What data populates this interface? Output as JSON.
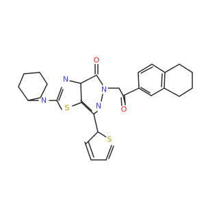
{
  "structure": {
    "atom_labels": {
      "thiazole_n": "N",
      "thiazole_s": "S",
      "piperidine_n": "N",
      "carbonyl_o_ring": "O",
      "ring_n_amide": "N",
      "ring_n_imine": "N",
      "thiophene_s": "S",
      "ketone_o": "O"
    },
    "colors": {
      "bond": "#2b2b2b",
      "nitrogen": "#3b3bff",
      "sulfur": "#b59a00",
      "oxygen": "#ff2020"
    }
  }
}
